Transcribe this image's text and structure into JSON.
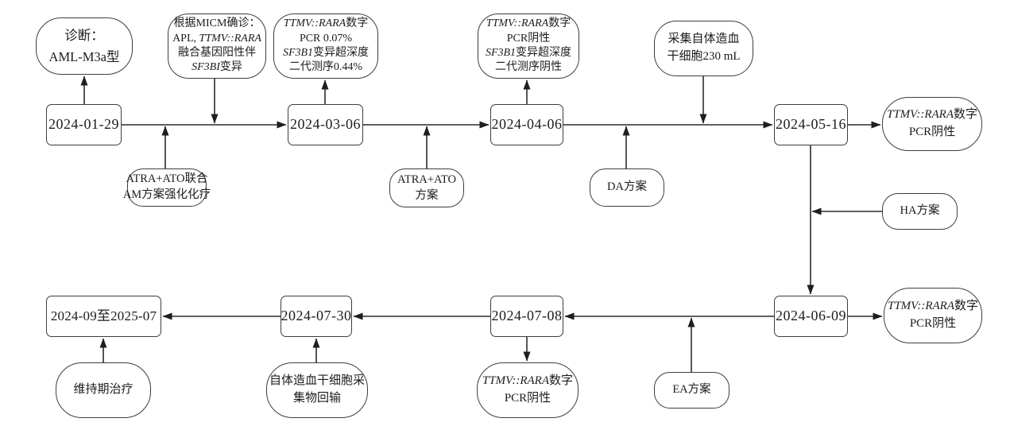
{
  "page": {
    "background": "#ffffff",
    "line_color": "#2b2b2b",
    "border_color": "#3d3d3d"
  },
  "timeline": {
    "dates": {
      "d1": "2024-01-29",
      "d2": "2024-03-06",
      "d3": "2024-04-06",
      "d4": "2024-05-16",
      "d5": "2024-06-09",
      "d6": "2024-07-08",
      "d7": "2024-07-30",
      "d8": "2024-09至2025-07"
    }
  },
  "annotations": {
    "diagnosis": {
      "l1": "诊断：",
      "l2": "AML-M3a型"
    },
    "micm": {
      "l1": "根据MICM确诊：",
      "l2a": "APL, ",
      "l2b_gene": "TTMV::RARA",
      "l3": "融合基因阳性伴",
      "l4a_gene": "SF3BI",
      "l4b": "变异"
    },
    "pcr_007": {
      "l1a_gene": "TTMV::RARA",
      "l1b": "数字",
      "l2": "PCR 0.07%",
      "l3a_gene": "SF3B1",
      "l3b": "变异超深度",
      "l4": "二代测序0.44%"
    },
    "pcr_neg_deep": {
      "l1a_gene": "TTMV::RARA",
      "l1b": "数字",
      "l2": "PCR阴性",
      "l3a_gene": "SF3B1",
      "l3b": "变异超深度",
      "l4": "二代测序阴性"
    },
    "stem_collect": {
      "l1": "采集自体造血",
      "l2": "干细胞230 mL"
    },
    "pcr_neg": {
      "l1a_gene": "TTMV::RARA",
      "l1b": "数字",
      "l2": "PCR阴性"
    },
    "atra_ato_am": {
      "l1": "ATRA+ATO联合",
      "l2": "AM方案强化化疗"
    },
    "atra_ato": {
      "l1": "ATRA+ATO",
      "l2": "方案"
    },
    "da": {
      "l1": "DA方案"
    },
    "ha": {
      "l1": "HA方案"
    },
    "ea": {
      "l1": "EA方案"
    },
    "reinfusion": {
      "l1": "自体造血干细胞采",
      "l2": "集物回输"
    },
    "maintenance": {
      "l1": "维持期治疗"
    }
  }
}
